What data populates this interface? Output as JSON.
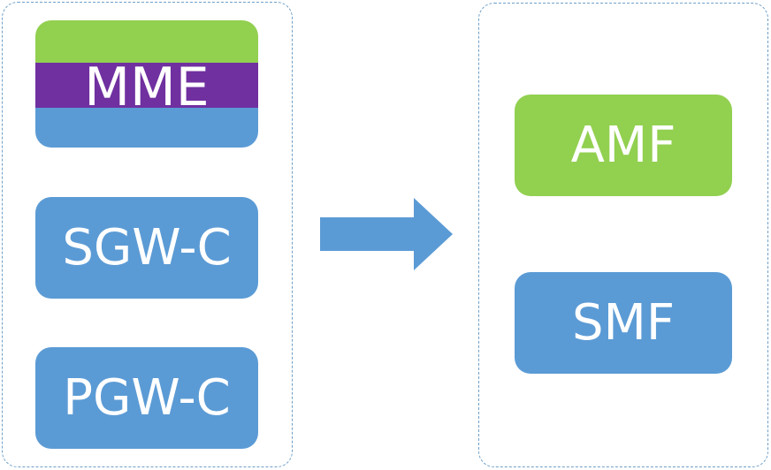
{
  "left_group": {
    "mme": "MME",
    "sgwc": "SGW-C",
    "pgwc": "PGW-C"
  },
  "right_group": {
    "amf": "AMF",
    "smf": "SMF"
  },
  "colors": {
    "blue": "#5b9bd5",
    "green": "#92d050",
    "purple": "#7030a0",
    "border": "#6f9fc8"
  }
}
